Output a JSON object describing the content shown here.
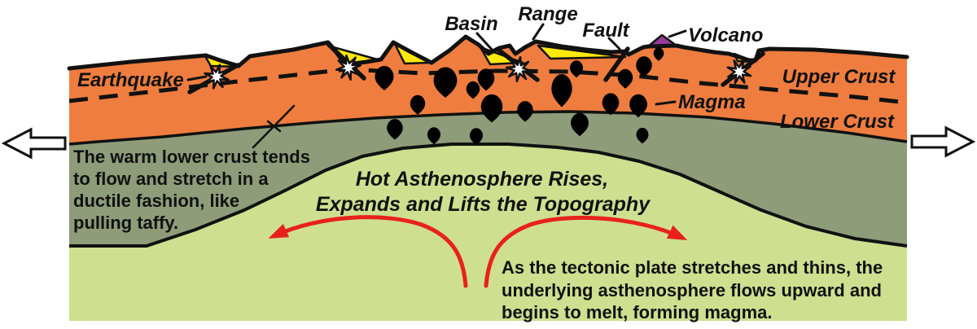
{
  "labels": {
    "earthquake": "Earthquake",
    "basin": "Basin",
    "range": "Range",
    "fault": "Fault",
    "volcano": "Volcano",
    "magma": "Magma",
    "upper_crust": "Upper Crust",
    "lower_crust": "Lower Crust"
  },
  "asthenosphere_heading": {
    "line1": "Hot Asthenosphere Rises,",
    "line2": "Expands and Lifts the Topography"
  },
  "lower_crust_note": {
    "line1": "The warm lower crust tends",
    "line2": "to flow and stretch in a",
    "line3": "ductile fashion, like",
    "line4": "pulling taffy."
  },
  "stretching_note": {
    "line1": "As the tectonic plate stretches and thins, the",
    "line2": "underlying asthenosphere flows upward and",
    "line3": "begins to melt, forming magma."
  },
  "colors": {
    "upper_crust": "#EF7D3F",
    "lower_crust_layer": "#8E9C79",
    "asthenosphere": "#CEDF90",
    "basin_fill": "#FFE90A",
    "magma_red": "#E3201F",
    "magma_gray": "#5E6165",
    "volcano_purple": "#953A9B",
    "flow_arrow_red": "#E8211C"
  }
}
